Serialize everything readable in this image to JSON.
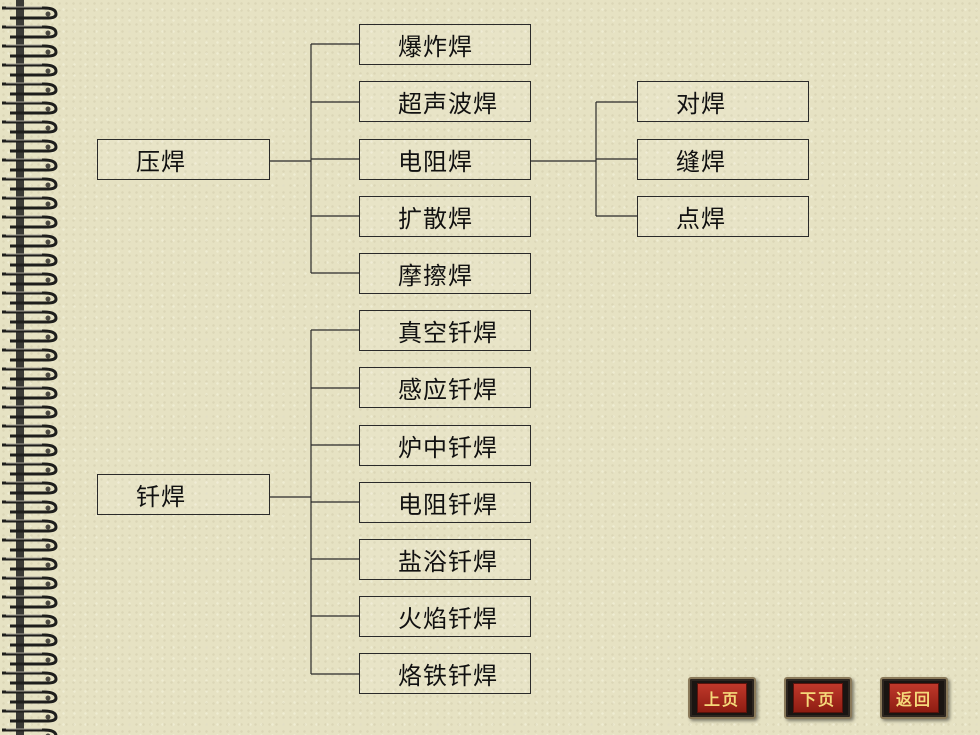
{
  "diagram": {
    "left_nodes": {
      "pressure": "压焊",
      "braze": "钎焊"
    },
    "pressure_children": [
      "爆炸焊",
      "超声波焊",
      "电阻焊",
      "扩散焊",
      "摩擦焊"
    ],
    "resistance_children": [
      "对焊",
      "缝焊",
      "点焊"
    ],
    "braze_children": [
      "真空钎焊",
      "感应钎焊",
      "炉中钎焊",
      "电阻钎焊",
      "盐浴钎焊",
      "火焰钎焊",
      "烙铁钎焊"
    ]
  },
  "nav": {
    "prev": "上页",
    "next": "下页",
    "back": "返回"
  },
  "colors": {
    "paper": "#e6e2c3",
    "line": "#2a2a2a",
    "button_red": "#c0392b",
    "button_text": "#f5d97a"
  }
}
